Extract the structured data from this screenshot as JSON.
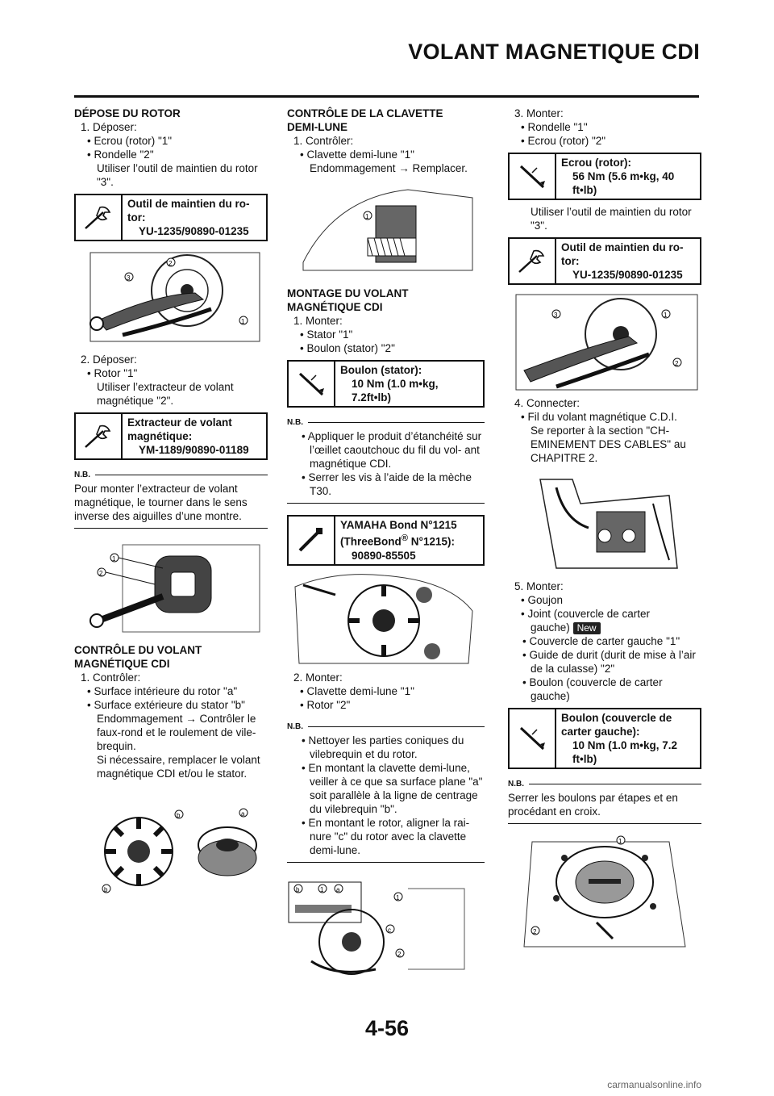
{
  "header": {
    "title": "VOLANT MAGNETIQUE CDI",
    "page_number": "4-56"
  },
  "watermark": "carmanualsonline.info",
  "col1": {
    "s1_title": "DÉPOSE DU ROTOR",
    "s1_step1": "1. Déposer:",
    "s1_b1": "• Ecrou (rotor) \"1\"",
    "s1_b2": "• Rondelle \"2\"",
    "s1_b2_note": "Utiliser l’outil de maintien du rotor \"3\".",
    "tool1_l1": "Outil de maintien du ro-",
    "tool1_l2": "tor:",
    "tool1_v": "YU-1235/90890-01235",
    "s1_step2": "2. Déposer:",
    "s1_b3": "• Rotor \"1\"",
    "s1_b3_note": "Utiliser l’extracteur de volant magnétique \"2\".",
    "tool2_l1": "Extracteur de volant",
    "tool2_l2": "magnétique:",
    "tool2_v": "YM-1189/90890-01189",
    "nb_label": "N.B.",
    "nb1_text": "Pour monter l’extracteur de volant magnétique, le tourner dans le sens inverse des aiguilles d’une montre.",
    "s2_title1": "CONTRÔLE DU VOLANT",
    "s2_title2": "MAGNÉTIQUE CDI",
    "s2_step1": "1. Contrôler:",
    "s2_b1": "• Surface intérieure du rotor \"a\"",
    "s2_b2": "• Surface extérieure du stator \"b\"",
    "s2_n1": "Endommagement → Contrôler le faux-rond et le roulement de vile- brequin.",
    "s2_n2": "Si nécessaire, remplacer le volant magnétique CDI et/ou le stator."
  },
  "col2": {
    "s3_title1": "CONTRÔLE DE LA CLAVETTE",
    "s3_title2": "DEMI-LUNE",
    "s3_step1": "1. Contrôler:",
    "s3_b1": "• Clavette demi-lune \"1\"",
    "s3_n1": "Endommagement → Remplacer.",
    "s4_title1": "MONTAGE DU VOLANT",
    "s4_title2": "MAGNÉTIQUE CDI",
    "s4_step1": "1. Monter:",
    "s4_b1": "• Stator \"1\"",
    "s4_b2": "• Boulon (stator) \"2\"",
    "tq1_l1": "Boulon (stator):",
    "tq1_v1": "10 Nm (1.0 m•kg,",
    "tq1_v2": "7.2ft•lb)",
    "nb_label": "N.B.",
    "nb2_b1": "• Appliquer le produit d’étanchéité sur l’œillet caoutchouc du fil du vol- ant magnétique CDI.",
    "nb2_b2": "• Serrer les vis à l’aide de la mèche T30.",
    "bond_l1": "YAMAHA Bond N°1215",
    "bond_l2a": "(ThreeBond",
    "bond_sup": "®",
    "bond_l2b": " N°1215):",
    "bond_v": "90890-85505",
    "s4_step2": "2. Monter:",
    "s4_b3": "• Clavette demi-lune \"1\"",
    "s4_b4": "• Rotor \"2\"",
    "nb3_b1": "• Nettoyer les parties coniques du vilebrequin et du rotor.",
    "nb3_b2": "• En montant la clavette demi-lune, veiller à ce que sa surface plane \"a\" soit parallèle à la ligne de centrage du vilebrequin \"b\".",
    "nb3_b3": "• En montant le rotor, aligner la rai- nure \"c\" du rotor avec la clavette demi-lune."
  },
  "col3": {
    "s5_step3": "3. Monter:",
    "s5_b1": "• Rondelle \"1\"",
    "s5_b2": "• Ecrou (rotor) \"2\"",
    "tq2_l1": "Ecrou (rotor):",
    "tq2_v1": "56 Nm (5.6 m•kg, 40",
    "tq2_v2": "ft•lb)",
    "s5_note": "Utiliser l’outil de maintien du rotor \"3\".",
    "tool3_l1": "Outil de maintien du ro-",
    "tool3_l2": "tor:",
    "tool3_v": "YU-1235/90890-01235",
    "s5_step4": "4. Connecter:",
    "s5_b3": "• Fil du volant magnétique C.D.I.",
    "s5_n3": "Se reporter à la section \"CH- EMINEMENT DES CABLES\" au CHAPITRE 2.",
    "s5_step5": "5. Monter:",
    "s5_b4": "• Goujon",
    "s5_b5a": "• Joint (couvercle de carter",
    "s5_b5b": "gauche)",
    "new_badge": "New",
    "s5_b6": "• Couvercle de carter gauche \"1\"",
    "s5_b7": "• Guide de durit (durit de mise à l’air de la culasse) \"2\"",
    "s5_b8": "• Boulon (couvercle de carter gauche)",
    "tq3_l1": "Boulon (couvercle de",
    "tq3_l2": "carter gauche):",
    "tq3_v1": "10 Nm (1.0 m•kg, 7.2",
    "tq3_v2": "ft•lb)",
    "nb_label": "N.B.",
    "nb4_text": "Serrer les boulons par étapes et en procédant en croix."
  },
  "callouts": {
    "c1": "1",
    "c2": "2",
    "c3": "3",
    "ca": "a",
    "cb": "b",
    "cc": "c"
  }
}
